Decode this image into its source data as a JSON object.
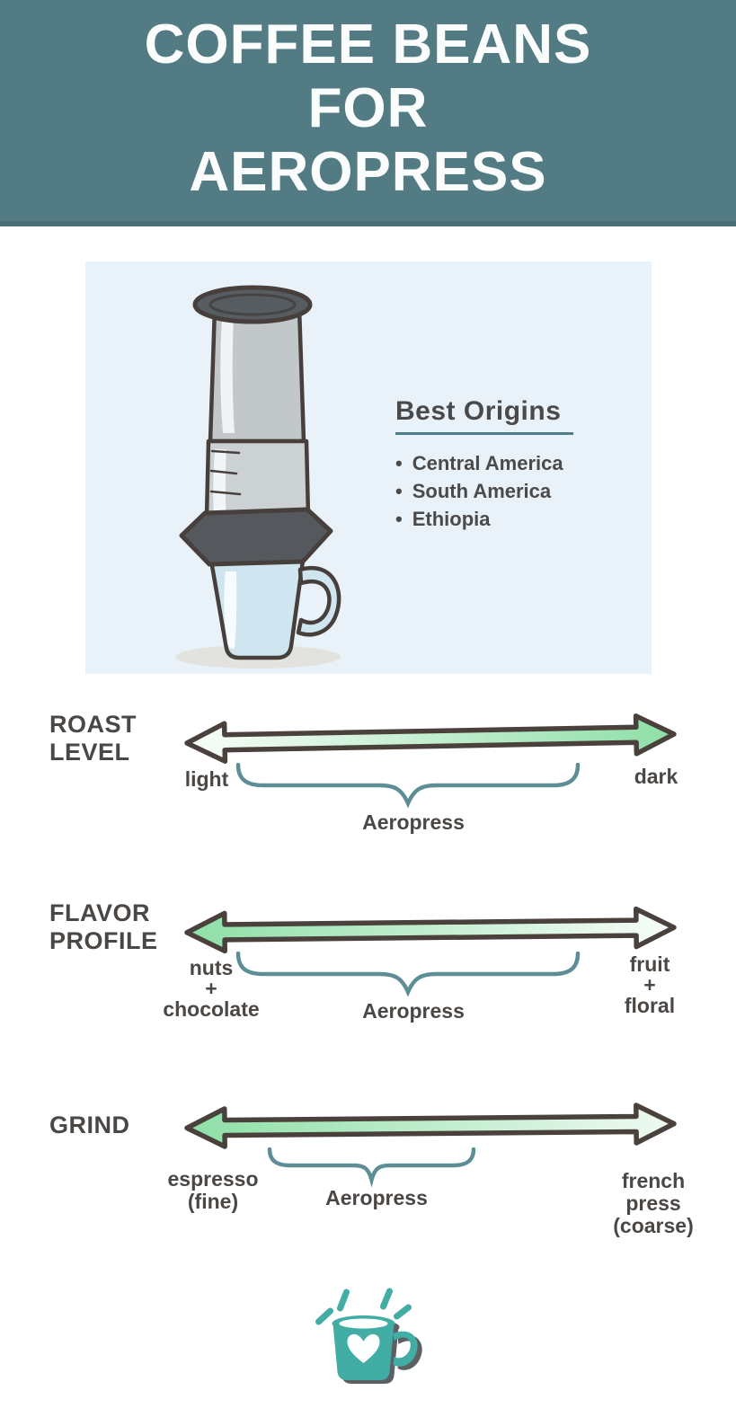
{
  "header": {
    "title": "COFFEE BEANS\nFOR\nAEROPRESS"
  },
  "origins_panel": {
    "heading": "Best Origins",
    "items": [
      {
        "bullet": "•",
        "label": "Central America"
      },
      {
        "bullet": "•",
        "label": "South America"
      },
      {
        "bullet": "•",
        "label": "Ethiopia"
      }
    ],
    "illustration": "aeropress-brewer-on-mug"
  },
  "scales": [
    {
      "label": "ROAST\nLEVEL",
      "left_label": "light",
      "right_label": "dark",
      "brace_label": "Aeropress",
      "gradient_start": "#f8fdf9",
      "gradient_end": "#8edfa7"
    },
    {
      "label": "FLAVOR\nPROFILE",
      "left_label": "nuts\n+\nchocolate",
      "right_label": "fruit\n+\nfloral",
      "brace_label": "Aeropress",
      "gradient_start": "#8edfa7",
      "gradient_end": "#f8fdf9"
    },
    {
      "label": "GRIND",
      "left_label": "espresso\n(fine)",
      "right_label": "french\npress\n(coarse)",
      "brace_label": "Aeropress",
      "gradient_start": "#8edfa7",
      "gradient_end": "#effaf2"
    }
  ],
  "footer": {
    "icon": "coffee-mug-heart-icon"
  },
  "colors": {
    "header_bg": "#537b83",
    "header_text": "#fbfdfd",
    "panel_bg": "#e9f2f9",
    "text_dark": "#4b4744",
    "brace_teal": "#5d8e96",
    "underline_teal": "#4d7f8b",
    "arrow_outline": "#4a413c",
    "arrow_green": "#8edfa7",
    "mug_teal": "#41ada4"
  }
}
